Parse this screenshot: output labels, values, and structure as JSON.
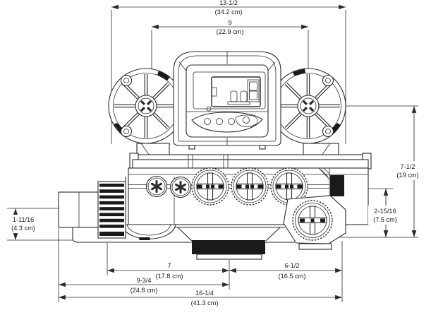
{
  "diagram": {
    "type": "technical-dimension-drawing",
    "subject": "water-conditioner-control-valve-front-view",
    "units": [
      "inches",
      "centimeters"
    ],
    "colors": {
      "line": "#2b2b2b",
      "background": "#ffffff",
      "fill_dark": "#1a1a1a"
    },
    "dims": {
      "top_width": {
        "in": "13-1/2",
        "cm": "(34.2 cm)"
      },
      "head_width": {
        "in": "9",
        "cm": "(22.9 cm)"
      },
      "height": {
        "in": "7-1/2",
        "cm": "(19 cm)"
      },
      "outlet_drop": {
        "in": "2-15/16",
        "cm": "(7.5 cm)"
      },
      "inlet_drop": {
        "in": "1-11/16",
        "cm": "(4.3 cm)"
      },
      "drain_x": {
        "in": "7",
        "cm": "(17.8 cm)"
      },
      "right_x": {
        "in": "6-1/2",
        "cm": "(16.5 cm)"
      },
      "left_x": {
        "in": "9-3/4",
        "cm": "(24.8 cm)"
      },
      "total_width": {
        "in": "16-1/4",
        "cm": "(41.3 cm)"
      }
    }
  }
}
